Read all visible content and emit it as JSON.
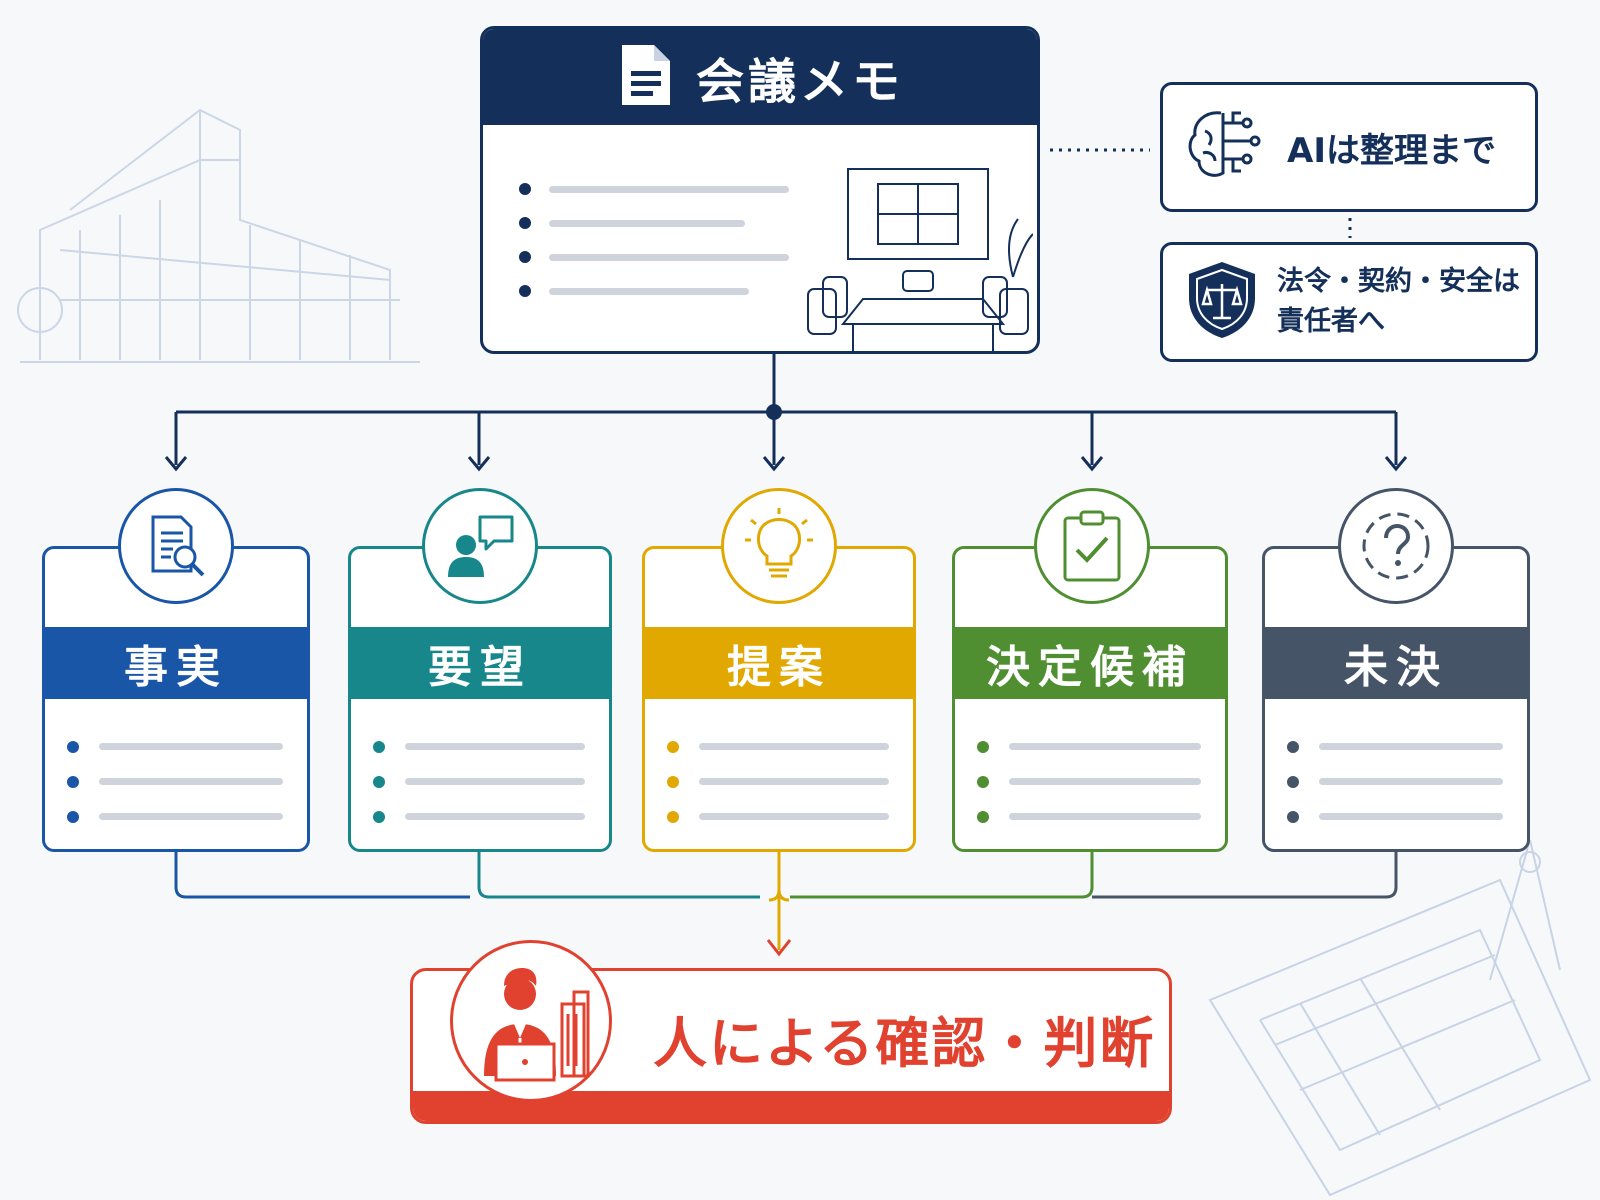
{
  "memo": {
    "title": "会議メモ",
    "icon": "document-icon",
    "color": "#14305a"
  },
  "notes": {
    "ai": {
      "text": "AIは整理まで",
      "icon": "brain-circuit-icon"
    },
    "law": {
      "line1": "法令・契約・安全は",
      "line2": "責任者へ",
      "icon": "shield-scales-icon"
    }
  },
  "categories": [
    {
      "label": "事実",
      "color": "#1a56a8",
      "icon": "document-search-icon"
    },
    {
      "label": "要望",
      "color": "#17878b",
      "icon": "person-speech-icon"
    },
    {
      "label": "提案",
      "color": "#e0a800",
      "icon": "lightbulb-icon"
    },
    {
      "label": "決定候補",
      "color": "#4f8f32",
      "icon": "clipboard-check-icon"
    },
    {
      "label": "未決",
      "color": "#465468",
      "icon": "question-icon"
    }
  ],
  "human": {
    "label": "人による確認・判断",
    "color": "#e0422f",
    "icon": "businessman-laptop-icon"
  }
}
